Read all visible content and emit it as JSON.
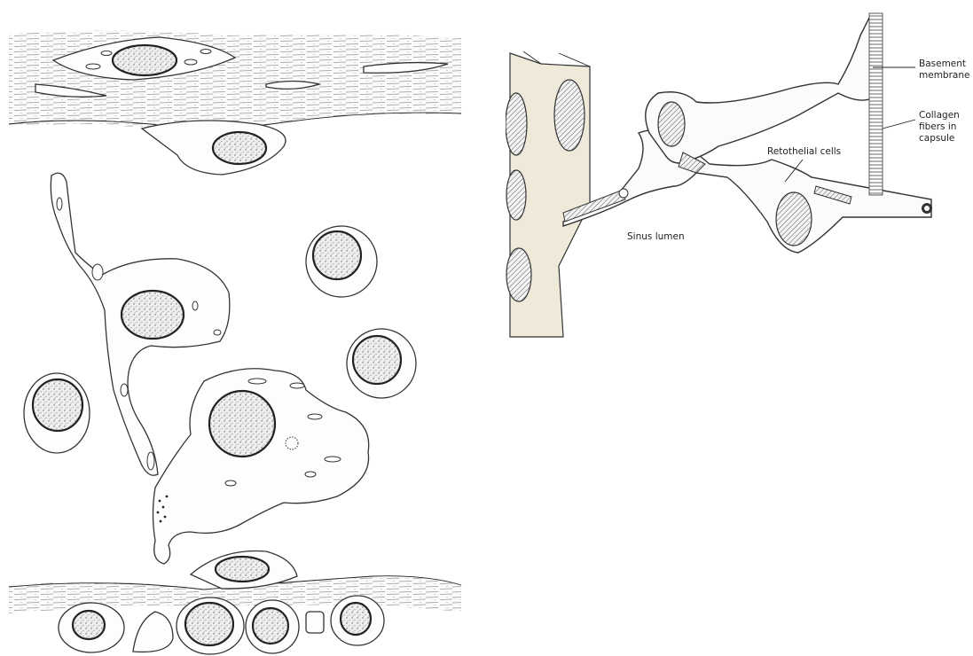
{
  "figure": {
    "left_panel": {
      "description_visible_text": ""
    },
    "right_panel": {
      "labels": {
        "basement_membrane_line1": "Basement",
        "basement_membrane_line2": "membrane",
        "collagen_line1": "Collagen",
        "collagen_line2": "fibers in",
        "collagen_line3": "capsule",
        "retothelial": "Retothelial cells",
        "sinus_lumen": "Sinus lumen"
      }
    }
  },
  "colors": {
    "ink": "#222222",
    "paper": "#ffffff",
    "shading": "#e6e1d2"
  }
}
